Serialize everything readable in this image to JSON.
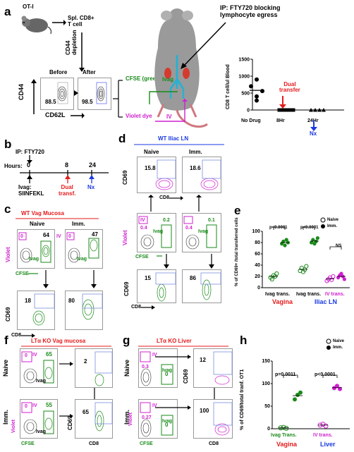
{
  "panels": {
    "a": {
      "letter": "a",
      "mouse_label": "OT-I",
      "spl_label": "Spl. CD8+\nT cell",
      "depletion_label": "CD44\ndepletion",
      "before_label": "Before",
      "after_label": "After",
      "before_value": "88.5",
      "after_value": "98.5",
      "y_axis": "CD44",
      "x_axis": "CD62L",
      "cfse_label": "CFSE (green)",
      "violet_label": "Violet dye",
      "ivag_label": "Ivag",
      "iv_label": "IV",
      "ip_label": "IP: FTY720 blocking\nlymphocyte egress",
      "dual_transfer": "Dual\ntransfer",
      "nx_label": "Nx",
      "chart_data": {
        "type": "scatter",
        "ylabel": "CD8 T cell/ul Blood",
        "categories": [
          "No Drug",
          "8Hr",
          "24Hr"
        ],
        "yticks": [
          "0",
          "500",
          "1000",
          "1500"
        ],
        "ylim": [
          0,
          1500
        ],
        "points": [
          {
            "category": "No Drug",
            "values": [
              900,
              700,
              560,
              400,
              280
            ]
          },
          {
            "category": "8Hr",
            "values": [
              0,
              0,
              0,
              0,
              0
            ]
          },
          {
            "category": "24Hr",
            "values": [
              0,
              0,
              0,
              0
            ]
          }
        ],
        "means": [
          580,
          0,
          0
        ]
      }
    },
    "b": {
      "letter": "b",
      "ip_label": "IP: FTY720",
      "hours_label": "Hours:",
      "ticks": [
        "0",
        "8",
        "24"
      ],
      "ivag_label": "Ivag:\nSIINFEKL",
      "dual_label": "Dual\ntransf.",
      "nx_label": "Nx"
    },
    "c": {
      "letter": "c",
      "title": "WT Vag Mucosa",
      "naive_label": "Naive",
      "imm_label": "Imm.",
      "iv_label": "IV",
      "ivag_label": "Ivag",
      "violet_label": "Violet",
      "cfse_label": "CFSE",
      "cd69_label": "CD69",
      "cd8_label": "CD8",
      "naive_iv": "0",
      "naive_ivag": "64",
      "imm_iv": "0",
      "imm_ivag": "47",
      "naive_cd69": "18",
      "imm_cd69": "80"
    },
    "d": {
      "letter": "d",
      "title": "WT Iliac LN",
      "naive_label": "Naive",
      "imm_label": "Imm.",
      "cd69_label": "CD69",
      "cd8_label": "CD8",
      "violet_label": "Violet",
      "cfse_label": "CFSE",
      "iv_label": "IV",
      "ivag_label": "Ivag",
      "naive_top": "15.8",
      "imm_top": "18.6",
      "naive_iv": "0.4",
      "naive_ivag": "0.2",
      "imm_iv": "0.4",
      "imm_ivag": "0.1",
      "naive_cd69": "15",
      "imm_cd69": "86"
    },
    "e": {
      "letter": "e",
      "legend": [
        "Naive",
        "Imm."
      ],
      "pvals": [
        "p<0.0001",
        "p<0.0001",
        "NS"
      ],
      "chart_data": {
        "type": "scatter",
        "ylabel": "% of CD69+ /total transferred cells",
        "yticks": [
          "0",
          "20",
          "40",
          "60",
          "80",
          "100"
        ],
        "ylim": [
          0,
          100
        ],
        "group_labels": [
          "Vagina",
          "Iliac LN"
        ],
        "categories": [
          "Ivag trans.",
          "Ivag trans.",
          "IV trans."
        ],
        "series": [
          {
            "name": "Naive",
            "values": [
              [
                18,
                15,
                22,
                20,
                25
              ],
              [
                30,
                35,
                28,
                32,
                38
              ],
              [
                12,
                15,
                18,
                14,
                20
              ]
            ]
          },
          {
            "name": "Imm.",
            "values": [
              [
                78,
                82,
                75,
                85,
                80
              ],
              [
                80,
                85,
                78,
                82,
                88
              ],
              [
                18,
                22,
                25,
                20,
                15
              ]
            ]
          }
        ]
      }
    },
    "f": {
      "letter": "f",
      "title": "LTα KO Vag mucosa",
      "naive_label": "Naive",
      "imm_label": "Imm.",
      "iv_label": "IV",
      "ivag_label": "Ivag",
      "violet_label": "Violet",
      "cfse_label": "CFSE",
      "cd69_label": "CD69",
      "cd8_label": "CD8",
      "naive_iv": "0",
      "naive_ivag": "65",
      "imm_iv": "0",
      "imm_ivag": "55",
      "naive_cd69": "2",
      "imm_cd69": "65"
    },
    "g": {
      "letter": "g",
      "title": "LTα KO Liver",
      "naive_label": "Naive",
      "imm_label": "Imm.",
      "iv_label": "IV",
      "ivag_label": "Ivag",
      "violet_label": "Violet",
      "cfse_label": "CFSE",
      "cd69_label": "CD69",
      "cd8_label": "CD8",
      "naive_iv": "0.3",
      "naive_ivag": "0",
      "imm_iv": "0.27",
      "imm_ivag": "0",
      "naive_cd69": "12",
      "imm_cd69": "100"
    },
    "h": {
      "letter": "h",
      "legend": [
        "Naive",
        "Imm."
      ],
      "pvals": [
        "p=0.0011",
        "p<0.0001"
      ],
      "chart_data": {
        "type": "scatter",
        "ylabel": "% of CD69/total tranf. OT1",
        "yticks": [
          "0",
          "50",
          "100",
          "150"
        ],
        "ylim": [
          0,
          150
        ],
        "group_labels": [
          "Vagina",
          "Liver"
        ],
        "categories": [
          "Ivag Trans.",
          "IV trans."
        ],
        "series": [
          {
            "name": "Naive",
            "values": [
              [
                2,
                3,
                1
              ],
              [
                8,
                10,
                6
              ]
            ]
          },
          {
            "name": "Imm.",
            "values": [
              [
                65,
                75,
                80
              ],
              [
                90,
                95,
                88
              ]
            ]
          }
        ]
      }
    }
  },
  "colors": {
    "red": "#e41a1c",
    "green": "#1a8a1a",
    "magenta": "#d020d0",
    "blue": "#1a3ae0"
  }
}
